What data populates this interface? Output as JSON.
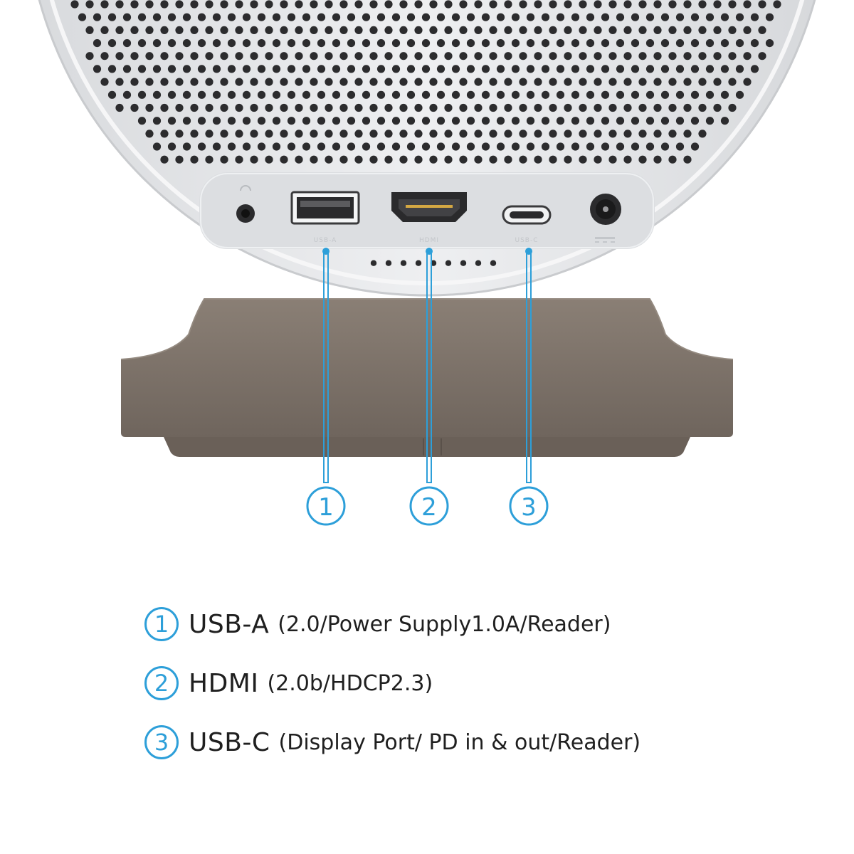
{
  "colors": {
    "accent": "#2d9fd9",
    "device_body": "#e7e8ea",
    "port_panel": "#dcdee1",
    "stand": "#7c7168",
    "text": "#1f1f1f"
  },
  "device": {
    "port_labels": [
      "USB-A",
      "HDMI",
      "USB-C"
    ]
  },
  "callouts": [
    {
      "number": "1",
      "port": "USB-A",
      "detail": "(2.0/Power Supply1.0A/Reader)"
    },
    {
      "number": "2",
      "port": "HDMI",
      "detail": "(2.0b/HDCP2.3)"
    },
    {
      "number": "3",
      "port": "USB-C",
      "detail": "(Display Port/ PD in & out/Reader)"
    }
  ]
}
